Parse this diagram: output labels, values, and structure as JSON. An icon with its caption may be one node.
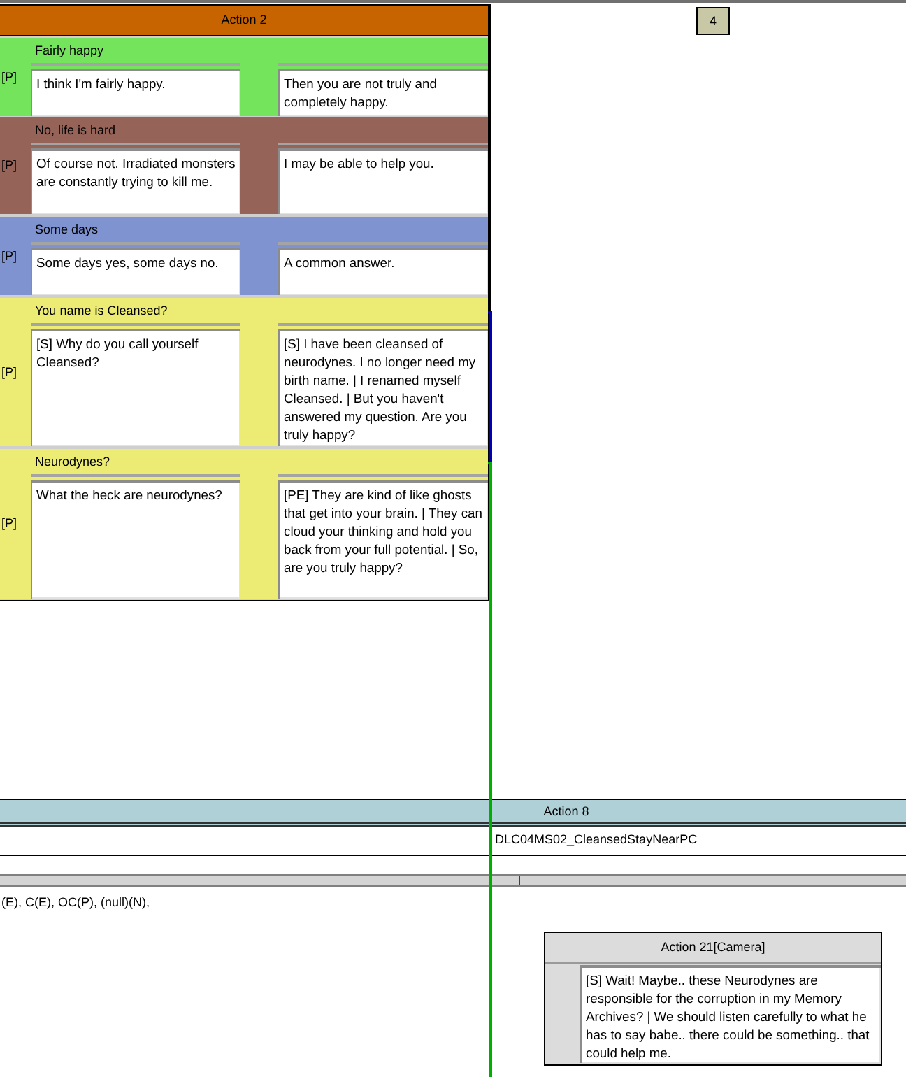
{
  "diagram": {
    "nodes": [
      {
        "text": [
          "Action 2"
        ]
      },
      {
        "text": [
          "[P]"
        ],
        "in": 0
      },
      {
        "text": [
          "Fairly happy"
        ],
        "in": 1
      },
      {
        "text": [
          "I think I'm fairly happy."
        ],
        "in": 1
      },
      {
        "text": [],
        "shape": "bar",
        "in": 1
      },
      {
        "text": [
          "Then you are not truly and completely happy."
        ],
        "in": 1
      },
      {
        "text": [
          "[P]"
        ],
        "in": 0
      },
      {
        "text": [
          "No, life is hard"
        ],
        "in": 6
      },
      {
        "text": [
          "Of course not. Irradiated monsters are constantly trying to kill me."
        ],
        "in": 6
      },
      {
        "text": [],
        "shape": "bar",
        "in": 6
      },
      {
        "text": [
          "I may be able to help you."
        ],
        "in": 6
      },
      {
        "text": [
          "[P]"
        ],
        "in": 0
      },
      {
        "text": [
          "Some days"
        ],
        "in": 11
      },
      {
        "text": [
          "Some days yes, some days no."
        ],
        "in": 11
      },
      {
        "text": [],
        "shape": "bar",
        "in": 11
      },
      {
        "text": [
          "A common answer."
        ],
        "in": 11
      },
      {
        "text": [
          "[P]"
        ],
        "in": 0
      },
      {
        "text": [
          "You name is Cleansed?"
        ],
        "in": 16
      },
      {
        "text": [
          "[S] Why do you call yourself Cleansed?"
        ],
        "in": 16
      },
      {
        "text": [],
        "shape": "bar",
        "in": 16
      },
      {
        "text": [
          "[S] I have been cleansed of neurodynes. I no longer need my birth name. | I renamed myself Cleansed. | But you haven't answered my question. Are you truly happy?"
        ],
        "in": 16
      },
      {
        "text": [
          "[P]"
        ],
        "in": 0
      },
      {
        "text": [
          "Neurodynes?"
        ],
        "in": 21
      },
      {
        "text": [
          "What the heck are neurodynes?"
        ],
        "in": 21
      },
      {
        "text": [],
        "shape": "bar",
        "in": 21
      },
      {
        "text": [
          "[PE] They are kind of like ghosts that get into your brain. | They can cloud your thinking and hold you back from your full potential. | So, are you truly happy?"
        ],
        "in": 21
      },
      {
        "text": [
          "4"
        ]
      },
      {
        "text": [
          "Action 8",
          "DLC04MS02_CleansedStayNearPC"
        ]
      },
      {
        "text": [
          "Action 21[Camera]"
        ]
      },
      {
        "text": [
          "[S] Wait! Maybe.. these Neurodynes are responsible for the corruption in my Memory Archives? | We should listen carefully to what he has to say babe.. there could be something.. that could help me."
        ],
        "in": 28
      }
    ],
    "edges": [
      {
        "from": 19,
        "to": 24,
        "arrow": "none",
        "color": "#0000b4"
      },
      {
        "from": 24,
        "to": null,
        "arrow": "none",
        "color": "#00b000"
      }
    ],
    "labels": [
      "(E), C(E), OC(P), (null)(N),"
    ]
  }
}
